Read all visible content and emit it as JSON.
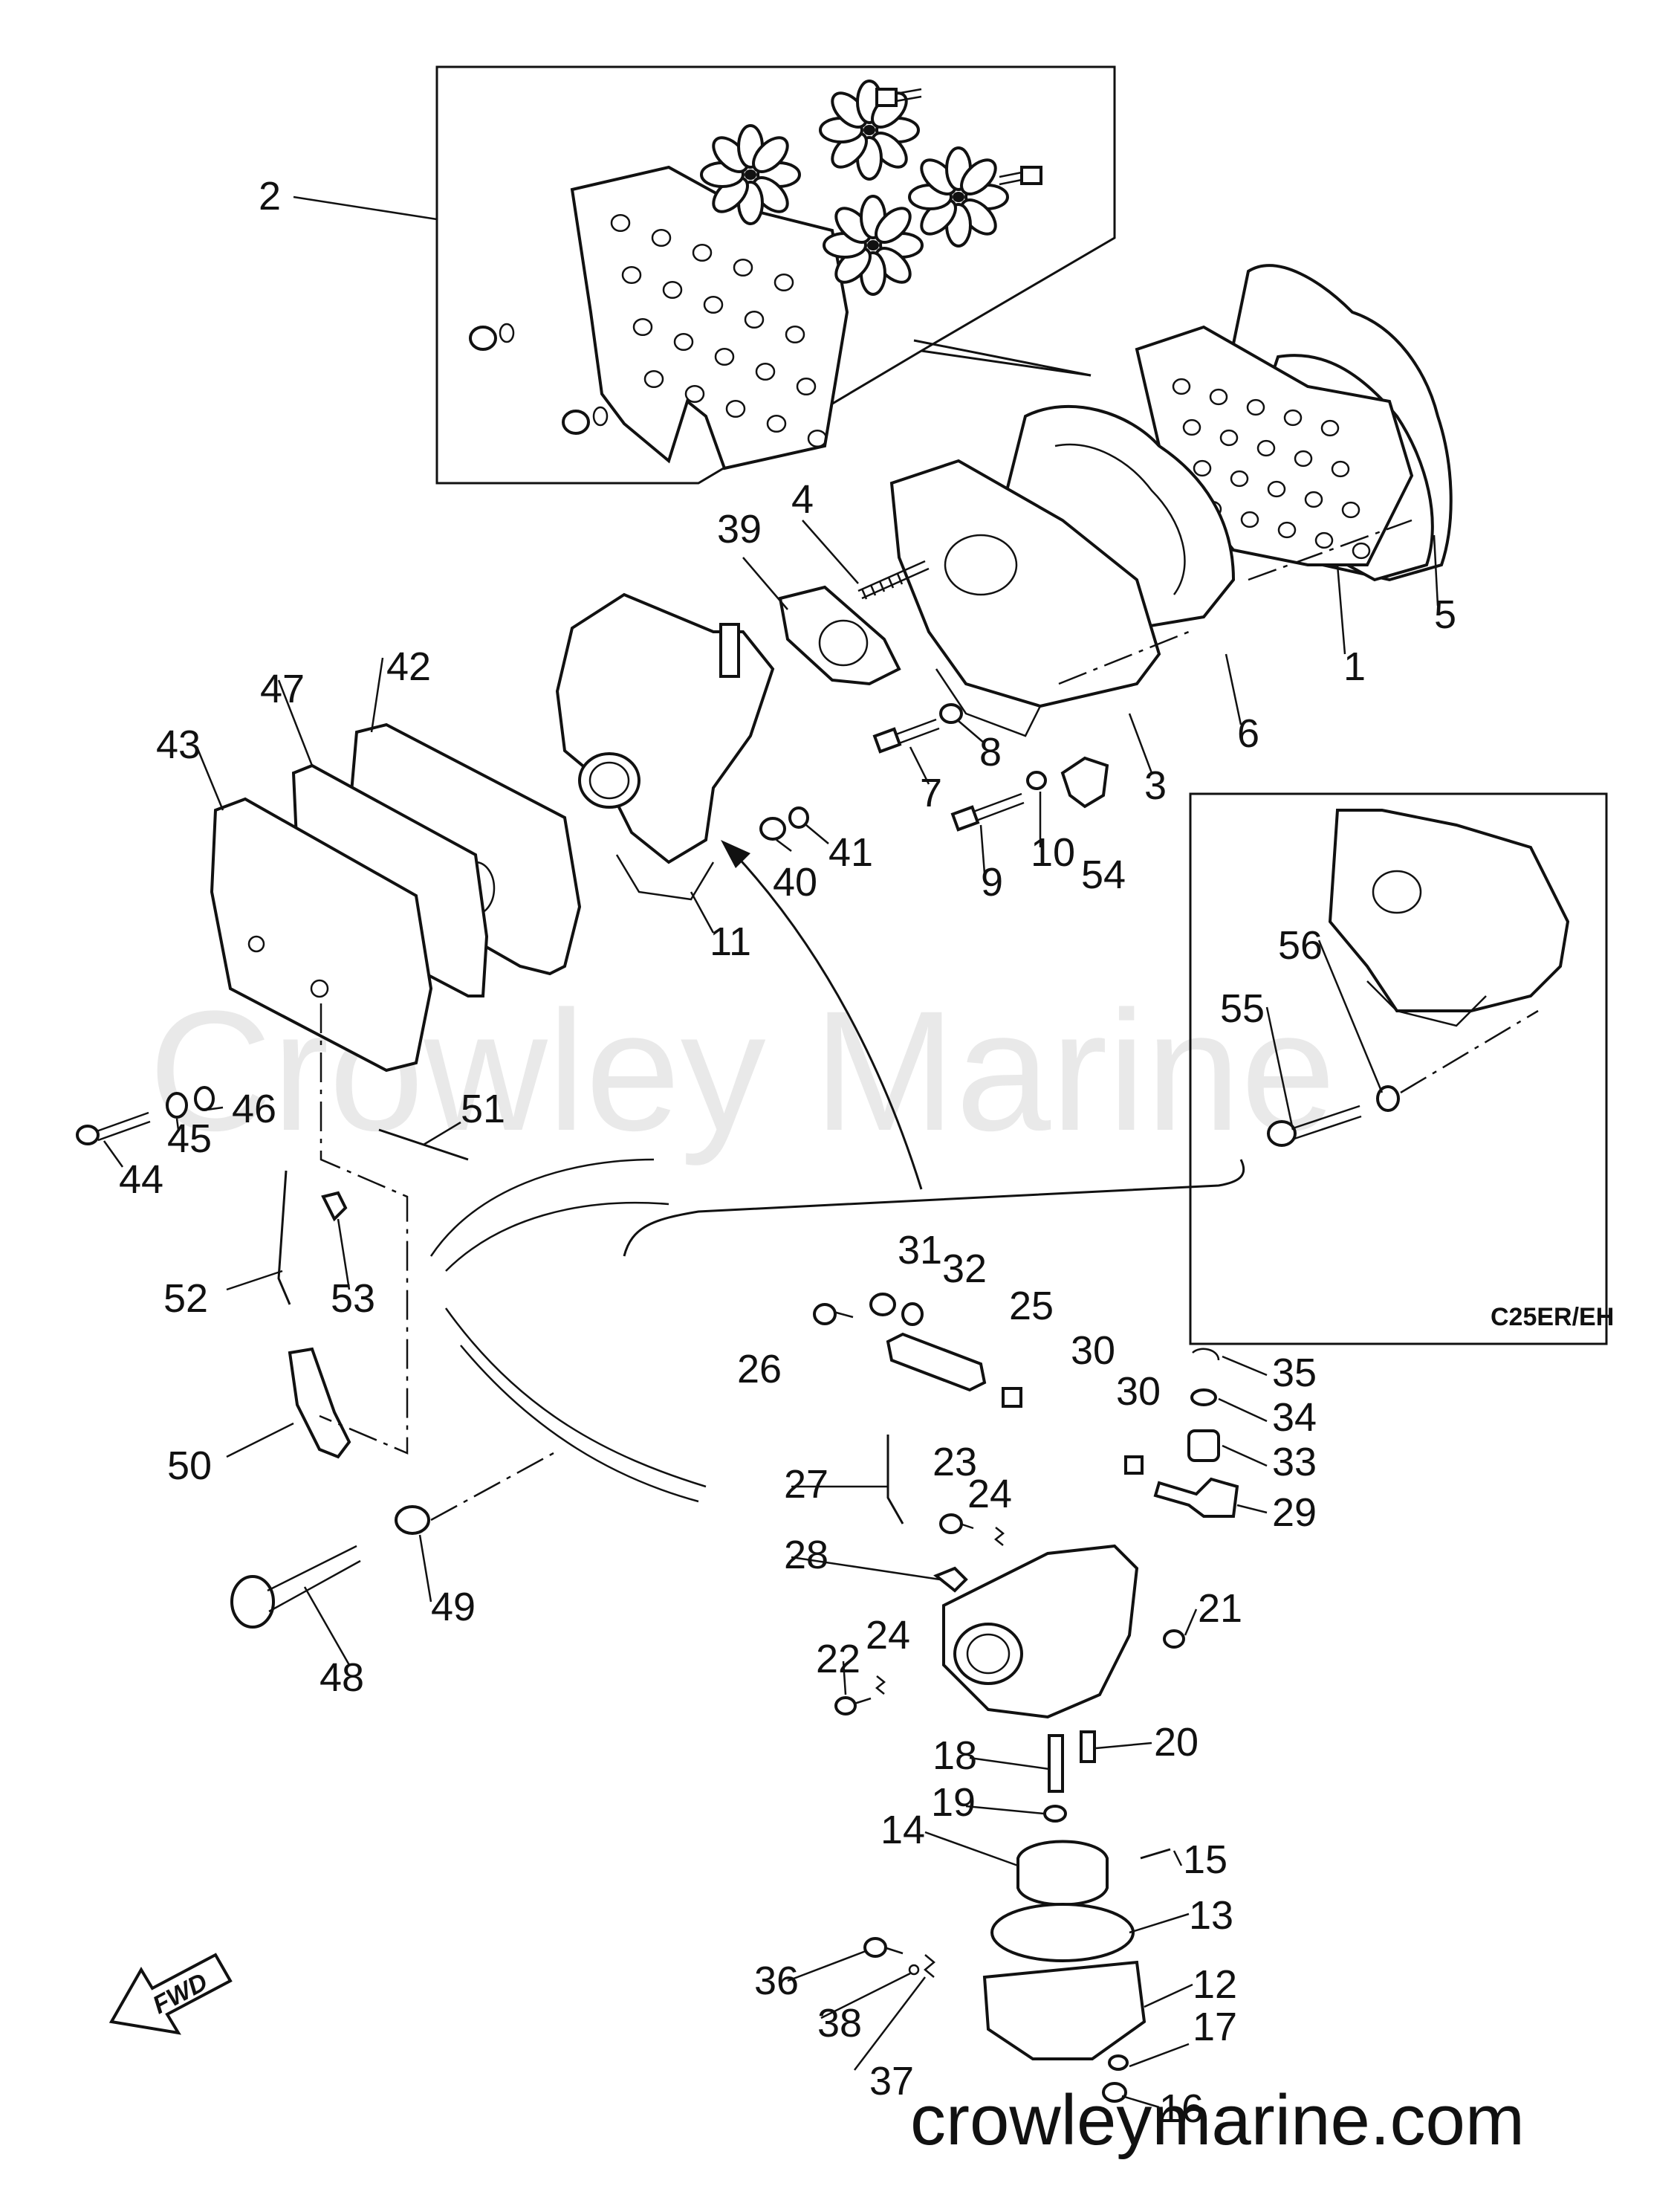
{
  "watermark": "Crowley Marine",
  "site": "crowleymarine.com",
  "inset_code": "C25ER/EH",
  "fwd_label": "FWD",
  "callouts": [
    {
      "id": "c1",
      "text": "1"
    },
    {
      "id": "c2",
      "text": "2"
    },
    {
      "id": "c3",
      "text": "3"
    },
    {
      "id": "c4",
      "text": "4"
    },
    {
      "id": "c5",
      "text": "5"
    },
    {
      "id": "c6",
      "text": "6"
    },
    {
      "id": "c7",
      "text": "7"
    },
    {
      "id": "c8",
      "text": "8"
    },
    {
      "id": "c9",
      "text": "9"
    },
    {
      "id": "c10",
      "text": "10"
    },
    {
      "id": "c11",
      "text": "11"
    },
    {
      "id": "c12",
      "text": "12"
    },
    {
      "id": "c13",
      "text": "13"
    },
    {
      "id": "c14",
      "text": "14"
    },
    {
      "id": "c15",
      "text": "15"
    },
    {
      "id": "c16",
      "text": "16"
    },
    {
      "id": "c17",
      "text": "17"
    },
    {
      "id": "c18",
      "text": "18"
    },
    {
      "id": "c19",
      "text": "19"
    },
    {
      "id": "c20",
      "text": "20"
    },
    {
      "id": "c21",
      "text": "21"
    },
    {
      "id": "c22",
      "text": "22"
    },
    {
      "id": "c23",
      "text": "23"
    },
    {
      "id": "c24a",
      "text": "24"
    },
    {
      "id": "c24b",
      "text": "24"
    },
    {
      "id": "c25",
      "text": "25"
    },
    {
      "id": "c26",
      "text": "26"
    },
    {
      "id": "c27",
      "text": "27"
    },
    {
      "id": "c28",
      "text": "28"
    },
    {
      "id": "c29",
      "text": "29"
    },
    {
      "id": "c30a",
      "text": "30"
    },
    {
      "id": "c30b",
      "text": "30"
    },
    {
      "id": "c31",
      "text": "31"
    },
    {
      "id": "c32",
      "text": "32"
    },
    {
      "id": "c33",
      "text": "33"
    },
    {
      "id": "c34",
      "text": "34"
    },
    {
      "id": "c35",
      "text": "35"
    },
    {
      "id": "c36",
      "text": "36"
    },
    {
      "id": "c37",
      "text": "37"
    },
    {
      "id": "c38",
      "text": "38"
    },
    {
      "id": "c39",
      "text": "39"
    },
    {
      "id": "c40",
      "text": "40"
    },
    {
      "id": "c41",
      "text": "41"
    },
    {
      "id": "c42",
      "text": "42"
    },
    {
      "id": "c43",
      "text": "43"
    },
    {
      "id": "c44",
      "text": "44"
    },
    {
      "id": "c45",
      "text": "45"
    },
    {
      "id": "c46",
      "text": "46"
    },
    {
      "id": "c47",
      "text": "47"
    },
    {
      "id": "c48",
      "text": "48"
    },
    {
      "id": "c49",
      "text": "49"
    },
    {
      "id": "c50",
      "text": "50"
    },
    {
      "id": "c51",
      "text": "51"
    },
    {
      "id": "c52",
      "text": "52"
    },
    {
      "id": "c53",
      "text": "53"
    },
    {
      "id": "c54",
      "text": "54"
    },
    {
      "id": "c55",
      "text": "55"
    },
    {
      "id": "c56",
      "text": "56"
    }
  ]
}
